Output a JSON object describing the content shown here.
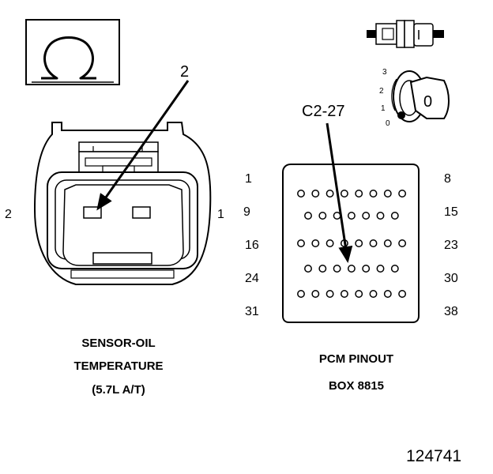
{
  "sensor": {
    "symbol": "Ω",
    "callout": "2",
    "pin_left": "2",
    "pin_right": "1",
    "caption_line1": "SENSOR-OIL",
    "caption_line2": "TEMPERATURE",
    "caption_line3": "(5.7L A/T)"
  },
  "key": {
    "positions": [
      "3",
      "2",
      "1",
      "0"
    ],
    "label": "0"
  },
  "pcm": {
    "callout": "C2-27",
    "left_labels": [
      "1",
      "9",
      "16",
      "24",
      "31"
    ],
    "right_labels": [
      "8",
      "15",
      "23",
      "30",
      "38"
    ],
    "rows": [
      8,
      7,
      8,
      7,
      8
    ],
    "caption_line1": "PCM PINOUT",
    "caption_line2": "BOX 8815"
  },
  "figure_number": "124741"
}
